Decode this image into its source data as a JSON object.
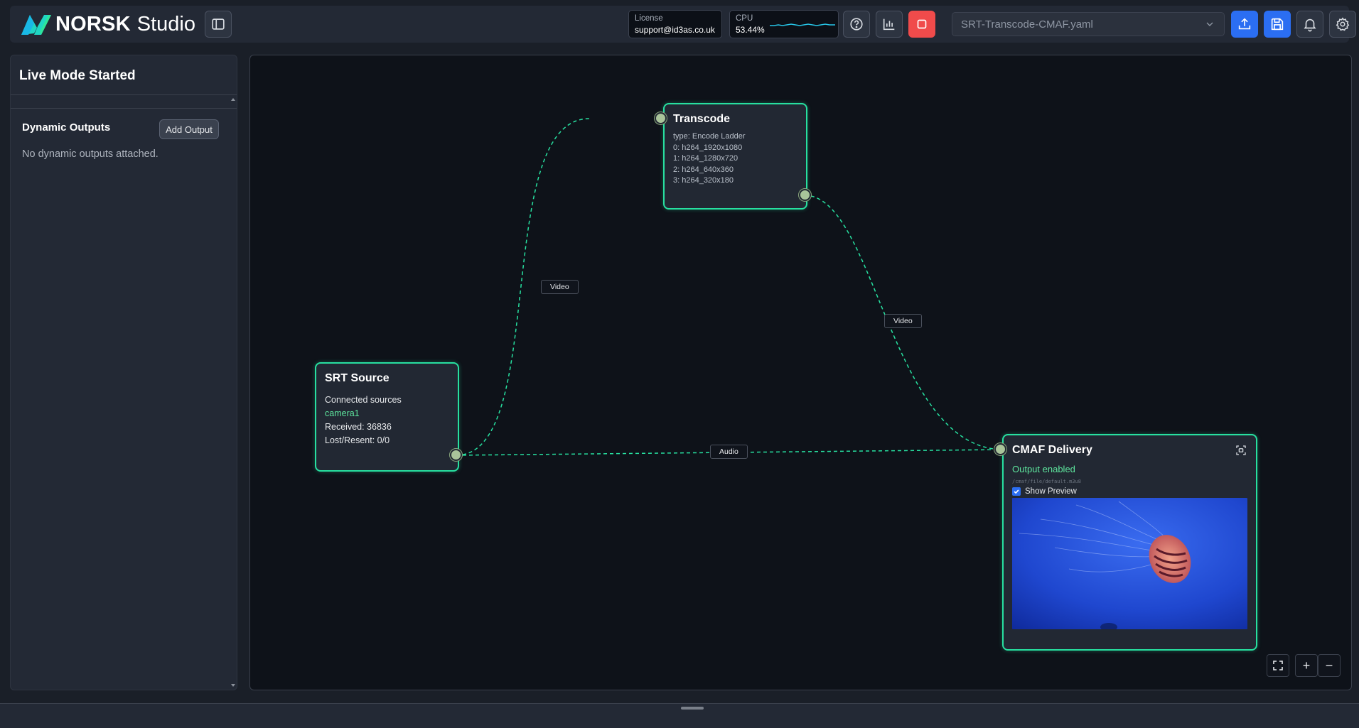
{
  "header": {
    "brand_name": "NORSK",
    "brand_suffix": "Studio",
    "license_label": "License",
    "license_value": "support@id3as.co.uk",
    "cpu_label": "CPU",
    "cpu_value": "53.44%",
    "file_name": "SRT-Transcode-CMAF.yaml",
    "icons": [
      "sidebar-toggle-icon",
      "help-icon",
      "stats-icon",
      "stop-icon",
      "chevron-down-icon",
      "upload-icon",
      "save-icon",
      "bell-icon",
      "gear-icon"
    ]
  },
  "left_panel": {
    "title": "Live Mode Started",
    "section_title": "Dynamic Outputs",
    "add_button": "Add Output",
    "empty_text": "No dynamic outputs attached."
  },
  "nodes": {
    "transcode": {
      "title": "Transcode",
      "lines": [
        "type: Encode Ladder",
        "0: h264_1920x1080",
        "1: h264_1280x720",
        "2: h264_640x360",
        "3: h264_320x180"
      ]
    },
    "srt": {
      "title": "SRT Source",
      "connected_label": "Connected sources",
      "source_name": "camera1",
      "received": "Received: 36836",
      "lost": "Lost/Resent: 0/0"
    },
    "cmaf": {
      "title": "CMAF Delivery",
      "status": "Output enabled",
      "path": "/cmaf/file/default.m3u8",
      "show_preview": "Show Preview"
    }
  },
  "edges": {
    "video1": "Video",
    "video2": "Video",
    "audio": "Audio"
  },
  "controls": {
    "zoom_in": "+",
    "zoom_out": "−"
  },
  "colors": {
    "accent": "#27e0a0",
    "danger": "#f04b4b",
    "primary": "#2b6ef2",
    "background": "#0e1219"
  }
}
